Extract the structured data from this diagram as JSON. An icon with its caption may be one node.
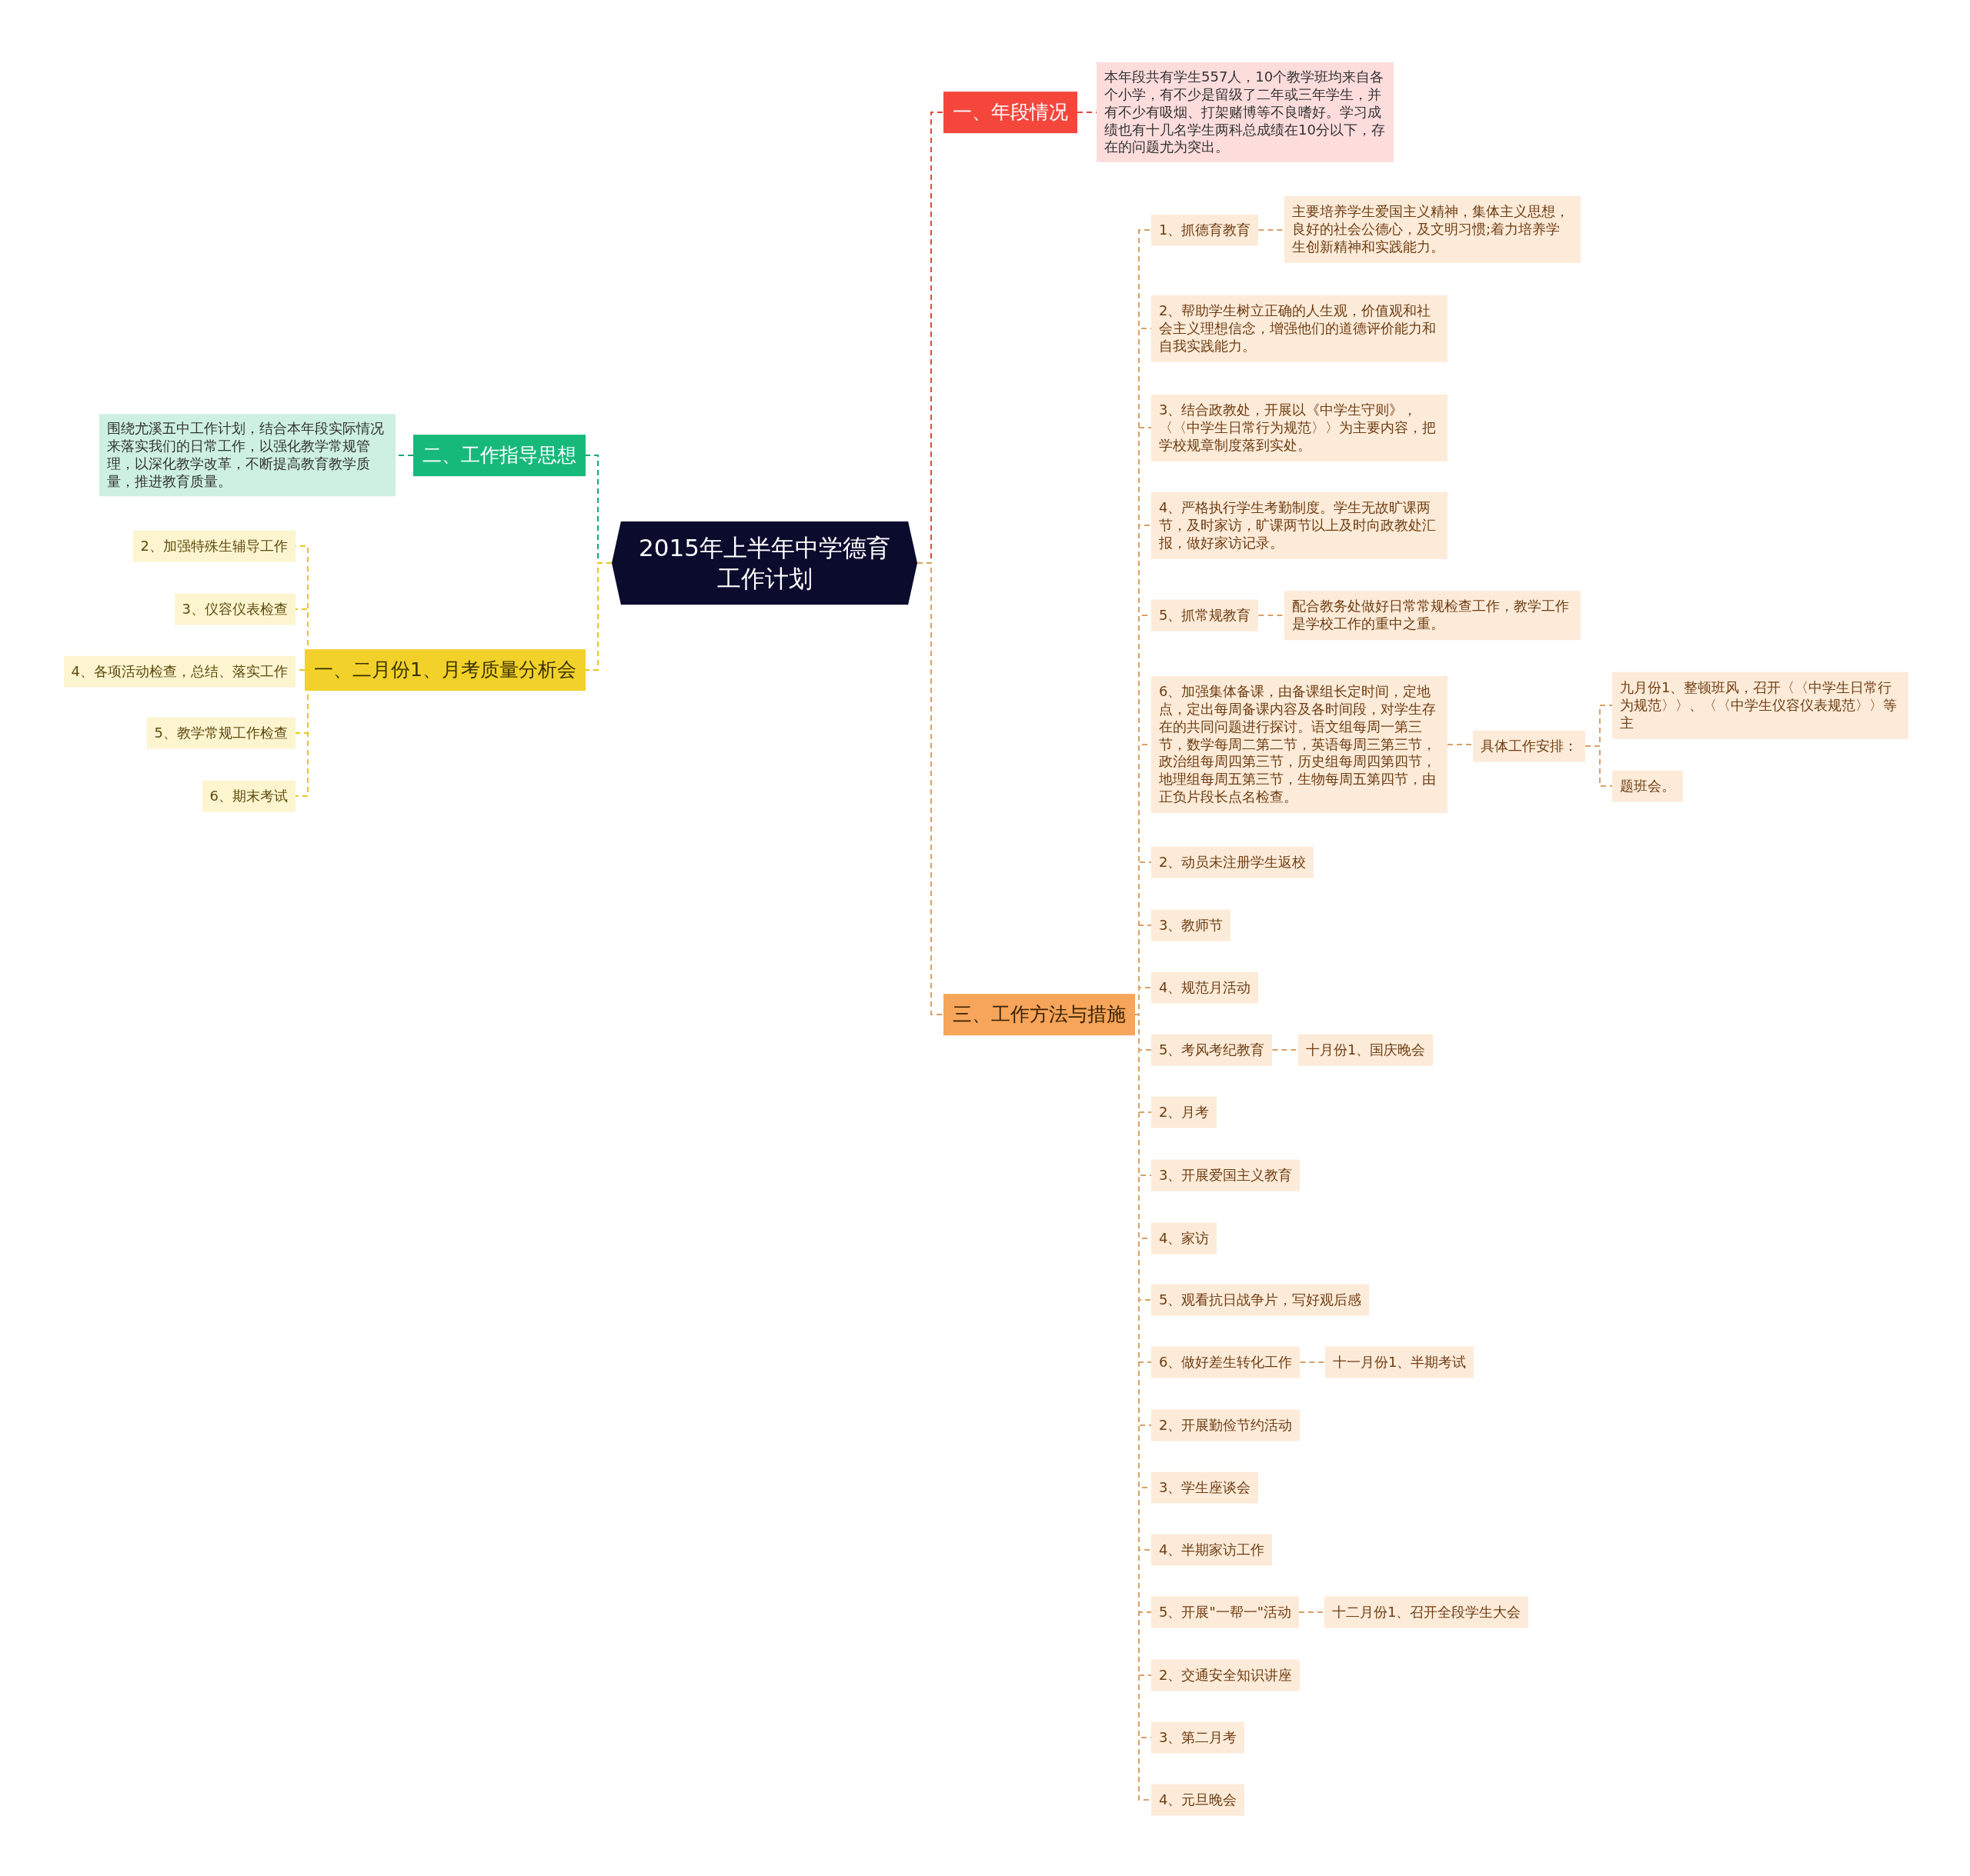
{
  "diagram": {
    "nodes": [
      {
        "text": [
          "2015年上半年中学德育工作计划"
        ]
      },
      {
        "text": [
          "一、年段情况"
        ]
      },
      {
        "text": [
          "本年段共有学生557人，10个教学班均来自各个小学，有不少是留级了二年或三年学生，并有不少有吸烟、打架赌博等不良嗜好。学习成绩也有十几名学生两科总成绩在10分以下，存在的问题尤为突出。"
        ]
      },
      {
        "text": [
          "二、工作指导思想"
        ]
      },
      {
        "text": [
          "围绕尤溪五中工作计划，结合本年段实际情况来落实我们的日常工作，以强化教学常规管理，以深化教学改革，不断提高教育教学质量，推进教育质量。"
        ]
      },
      {
        "text": [
          "一、二月份1、月考质量分析会"
        ]
      },
      {
        "text": [
          "2、加强特殊生辅导工作"
        ]
      },
      {
        "text": [
          "3、仪容仪表检查"
        ]
      },
      {
        "text": [
          "4、各项活动检查，总结、落实工作"
        ]
      },
      {
        "text": [
          "5、教学常规工作检查"
        ]
      },
      {
        "text": [
          "6、期末考试"
        ]
      },
      {
        "text": [
          "三、工作方法与措施"
        ]
      },
      {
        "text": [
          "1、抓德育教育"
        ]
      },
      {
        "text": [
          "主要培养学生爱国主义精神，集体主义思想，良好的社会公德心，及文明习惯;着力培养学生创新精神和实践能力。"
        ]
      },
      {
        "text": [
          "2、帮助学生树立正确的人生观，价值观和社会主义理想信念，增强他们的道德评价能力和自我实践能力。"
        ]
      },
      {
        "text": [
          "3、结合政教处，开展以《中学生守则》，〈〈中学生日常行为规范〉〉为主要内容，把学校规章制度落到实处。"
        ]
      },
      {
        "text": [
          "4、严格执行学生考勤制度。学生无故旷课两节，及时家访，旷课两节以上及时向政教处汇报，做好家访记录。"
        ]
      },
      {
        "text": [
          "5、抓常规教育"
        ]
      },
      {
        "text": [
          "配合教务处做好日常常规检查工作，教学工作是学校工作的重中之重。"
        ]
      },
      {
        "text": [
          "6、加强集体备课，由备课组长定时间，定地点，定出每周备课内容及各时间段，对学生存在的共同问题进行探讨。语文组每周一第三节，数学每周二第二节，英语每周三第三节，政治组每周四第三节，历史组每周四第四节，地理组每周五第三节，生物每周五第四节，由正负片段长点名检查。"
        ]
      },
      {
        "text": [
          "具体工作安排："
        ]
      },
      {
        "text": [
          "九月份1、整顿班风，召开〈〈中学生日常行为规范〉〉、〈〈中学生仪容仪表规范〉〉等主"
        ]
      },
      {
        "text": [
          "题班会。"
        ]
      },
      {
        "text": [
          "2、动员未注册学生返校"
        ]
      },
      {
        "text": [
          "3、教师节"
        ]
      },
      {
        "text": [
          "4、规范月活动"
        ]
      },
      {
        "text": [
          "5、考风考纪教育"
        ]
      },
      {
        "text": [
          "十月份1、国庆晚会"
        ]
      },
      {
        "text": [
          "2、月考"
        ]
      },
      {
        "text": [
          "3、开展爱国主义教育"
        ]
      },
      {
        "text": [
          "4、家访"
        ]
      },
      {
        "text": [
          "5、观看抗日战争片，写好观后感"
        ]
      },
      {
        "text": [
          "6、做好差生转化工作"
        ]
      },
      {
        "text": [
          "十一月份1、半期考试"
        ]
      },
      {
        "text": [
          "2、开展勤俭节约活动"
        ]
      },
      {
        "text": [
          "3、学生座谈会"
        ]
      },
      {
        "text": [
          "4、半期家访工作"
        ]
      },
      {
        "text": [
          "5、开展\"一帮一\"活动"
        ]
      },
      {
        "text": [
          "十二月份1、召开全段学生大会"
        ]
      },
      {
        "text": [
          "2、交通安全知识讲座"
        ]
      },
      {
        "text": [
          "3、第二月考"
        ]
      },
      {
        "text": [
          "4、元旦晚会"
        ]
      }
    ],
    "edges": [
      {
        "from": 0,
        "to": 1,
        "arrow": "none",
        "color": "#e8453c"
      },
      {
        "from": 1,
        "to": 2,
        "arrow": "none",
        "color": "#e8453c"
      },
      {
        "from": 0,
        "to": 3,
        "arrow": "none",
        "color": "#14a872"
      },
      {
        "from": 3,
        "to": 4,
        "arrow": "none",
        "color": "#14a872"
      },
      {
        "from": 0,
        "to": 5,
        "arrow": "none",
        "color": "#e6c81c"
      },
      {
        "from": 5,
        "to": 6,
        "arrow": "none",
        "color": "#e6c81c"
      },
      {
        "from": 5,
        "to": 7,
        "arrow": "none",
        "color": "#e6c81c"
      },
      {
        "from": 5,
        "to": 8,
        "arrow": "none",
        "color": "#e6c81c"
      },
      {
        "from": 5,
        "to": 9,
        "arrow": "none",
        "color": "#e6c81c"
      },
      {
        "from": 5,
        "to": 10,
        "arrow": "none",
        "color": "#e6c81c"
      },
      {
        "from": 0,
        "to": 11,
        "arrow": "none"
      },
      {
        "from": 11,
        "to": 12,
        "arrow": "none"
      },
      {
        "from": 12,
        "to": 13,
        "arrow": "none"
      },
      {
        "from": 11,
        "to": 14,
        "arrow": "none"
      },
      {
        "from": 11,
        "to": 15,
        "arrow": "none"
      },
      {
        "from": 11,
        "to": 16,
        "arrow": "none"
      },
      {
        "from": 11,
        "to": 17,
        "arrow": "none"
      },
      {
        "from": 17,
        "to": 18,
        "arrow": "none"
      },
      {
        "from": 11,
        "to": 19,
        "arrow": "none"
      },
      {
        "from": 19,
        "to": 20,
        "arrow": "none"
      },
      {
        "from": 20,
        "to": 21,
        "arrow": "none"
      },
      {
        "from": 20,
        "to": 22,
        "arrow": "none"
      },
      {
        "from": 11,
        "to": 23,
        "arrow": "none"
      },
      {
        "from": 11,
        "to": 24,
        "arrow": "none"
      },
      {
        "from": 11,
        "to": 25,
        "arrow": "none"
      },
      {
        "from": 11,
        "to": 26,
        "arrow": "none"
      },
      {
        "from": 26,
        "to": 27,
        "arrow": "none"
      },
      {
        "from": 11,
        "to": 28,
        "arrow": "none"
      },
      {
        "from": 11,
        "to": 29,
        "arrow": "none"
      },
      {
        "from": 11,
        "to": 30,
        "arrow": "none"
      },
      {
        "from": 11,
        "to": 31,
        "arrow": "none"
      },
      {
        "from": 11,
        "to": 32,
        "arrow": "none"
      },
      {
        "from": 32,
        "to": 33,
        "arrow": "none"
      },
      {
        "from": 11,
        "to": 34,
        "arrow": "none"
      },
      {
        "from": 11,
        "to": 35,
        "arrow": "none"
      },
      {
        "from": 11,
        "to": 36,
        "arrow": "none"
      },
      {
        "from": 11,
        "to": 37,
        "arrow": "none"
      },
      {
        "from": 37,
        "to": 38,
        "arrow": "none"
      },
      {
        "from": 11,
        "to": 39,
        "arrow": "none"
      },
      {
        "from": 11,
        "to": 40,
        "arrow": "none"
      },
      {
        "from": 11,
        "to": 41,
        "arrow": "none"
      }
    ]
  }
}
